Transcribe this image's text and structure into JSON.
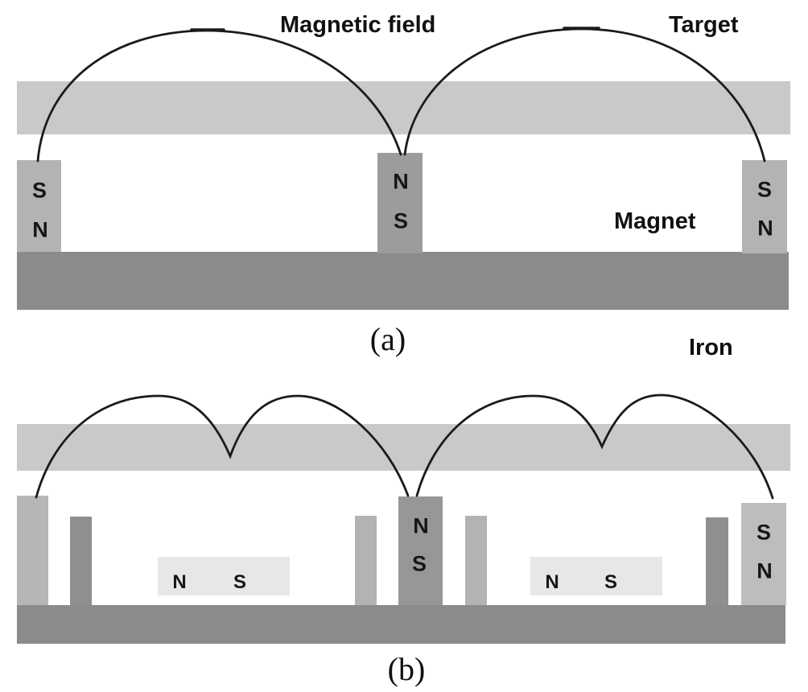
{
  "figure": {
    "colors": {
      "target_plate": "#c9c9c9",
      "base_plate": "#8b8b8b",
      "outer_magnet": "#b3b3b3",
      "center_magnet_a": "#9c9c9c",
      "left_magnet_b": "#b6b6b6",
      "center_magnet_b": "#979797",
      "right_magnet_b": "#bdbdbd",
      "iron_bar_dark": "#8f8f8f",
      "iron_bar_light": "#b3b3b3",
      "flat_magnet": "#e7e7e7",
      "field_line": "#1b1b1b"
    },
    "panel_a": {
      "caption": "(a)",
      "field_label": "Magnetic field",
      "target_label": "Target",
      "magnet_label": "Magnet",
      "left_magnet": {
        "top_pole": "S",
        "bottom_pole": "N"
      },
      "center_magnet": {
        "top_pole": "N",
        "bottom_pole": "S"
      },
      "right_magnet": {
        "top_pole": "S",
        "bottom_pole": "N"
      }
    },
    "panel_b": {
      "caption": "(b)",
      "iron_label": "Iron",
      "left_flat_magnet": {
        "left_pole": "N",
        "right_pole": "S"
      },
      "center_magnet": {
        "top_pole": "N",
        "bottom_pole": "S"
      },
      "right_flat_magnet": {
        "left_pole": "N",
        "right_pole": "S"
      },
      "right_magnet": {
        "top_pole": "S",
        "bottom_pole": "N"
      }
    }
  }
}
